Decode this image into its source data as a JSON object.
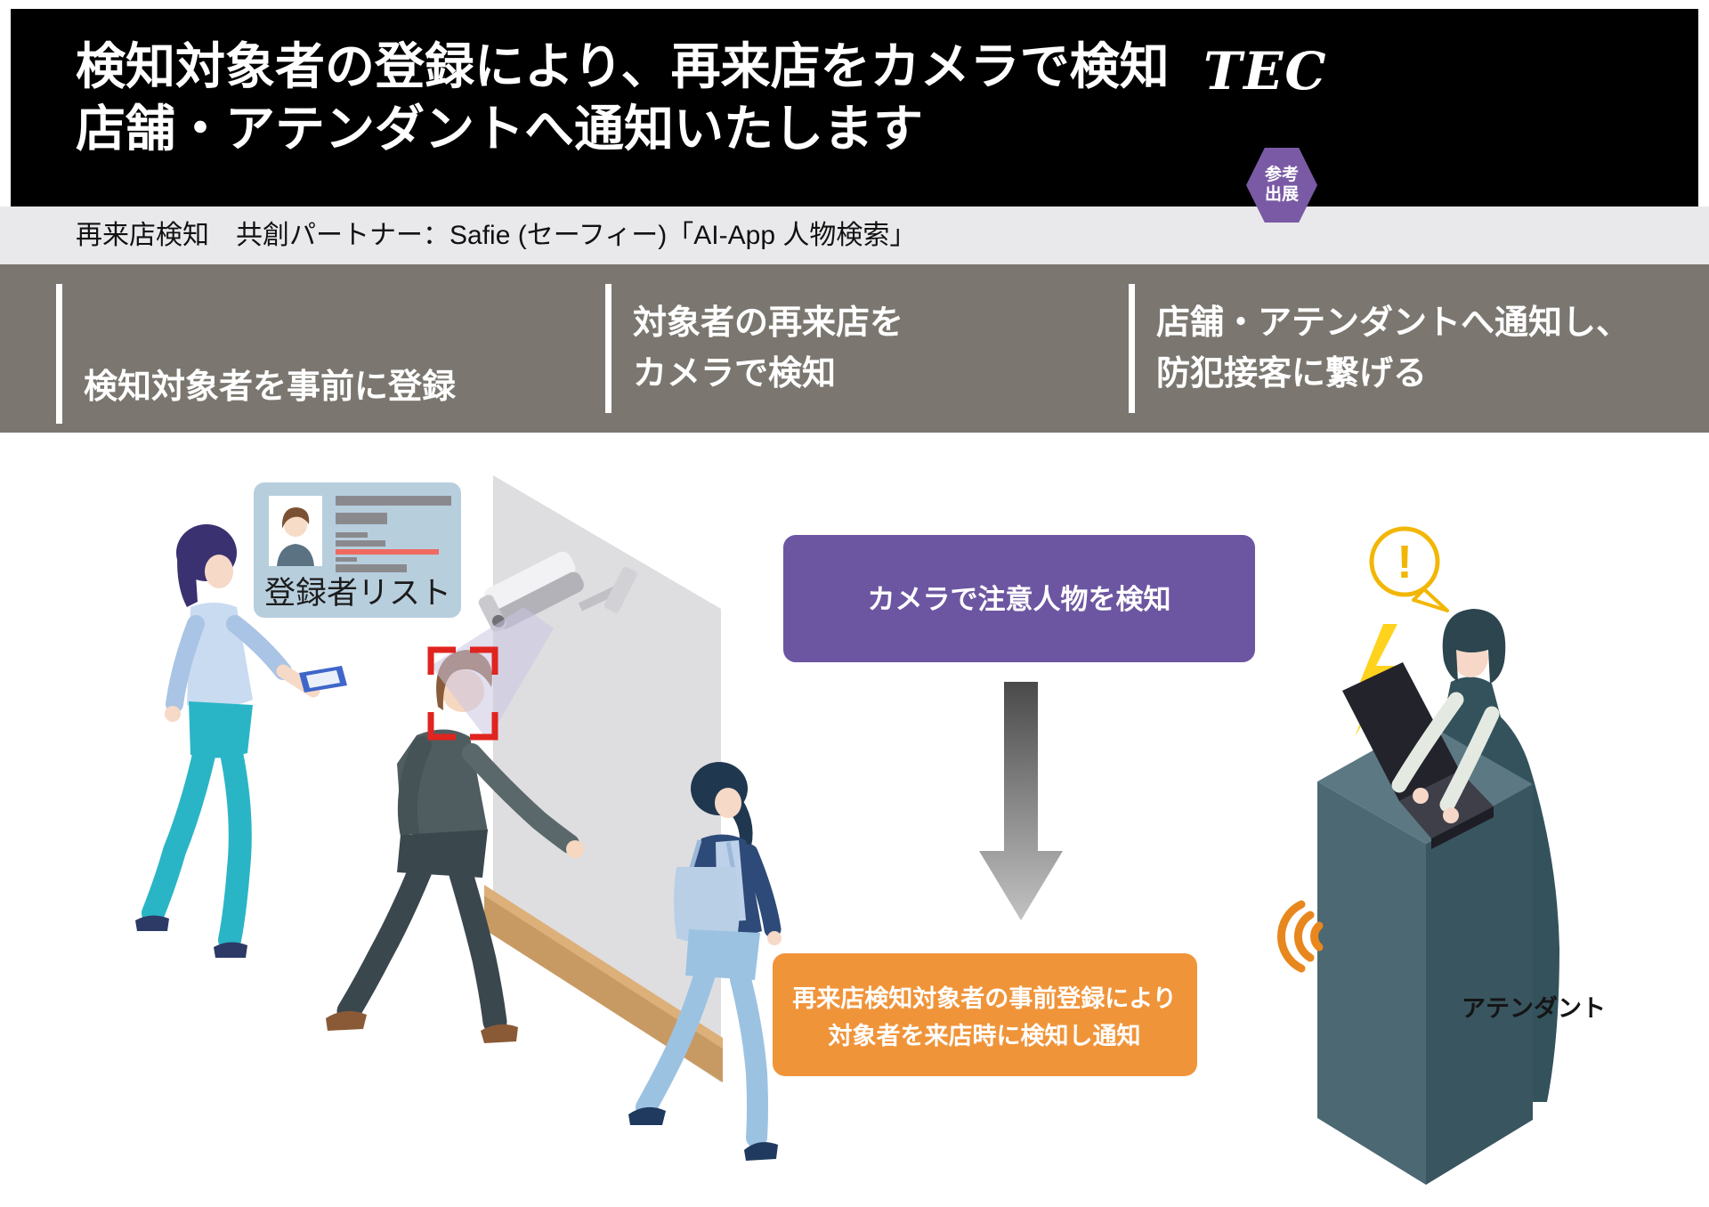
{
  "header": {
    "title_line1": "検知対象者の登録により、再来店をカメラで検知",
    "title_line2": "店舗・アテンダントへ通知いたします",
    "logo": "TEC",
    "badge": {
      "line1": "参考",
      "line2": "出展"
    }
  },
  "subtitle_bar": {
    "text": "再来店検知　共創パートナー：Safie (セーフィー)「AI-App 人物検索」"
  },
  "steps": [
    {
      "lines": [
        "検知対象者を事前に登録",
        ""
      ]
    },
    {
      "lines": [
        "対象者の再来店を",
        "カメラで検知"
      ]
    },
    {
      "lines": [
        "店舗・アテンダントへ通知し、",
        "防犯接客に繋げる"
      ]
    }
  ],
  "diagram": {
    "registry_card_label": "登録者リスト",
    "detect_box_text": "カメラで注意人物を検知",
    "notify_box_line1": "再来店検知対象者の事前登録により",
    "notify_box_line2": "対象者を来店時に検知し通知",
    "attendant_label": "アテンダント",
    "alert_exclamation": "!"
  },
  "colors": {
    "header_black": "#000000",
    "subtitle_gray": "#e9e9ec",
    "band_gray": "#7b7770",
    "badge_purple": "#7a5aa5",
    "detect_box_purple": "#6d56a1",
    "notify_box_orange": "#f0943a",
    "detect_frame_red": "#e0241f",
    "alert_yellow": "#f2b705",
    "lightning_yellow": "#ffd21e",
    "wifi_orange": "#e8871e",
    "card_blue": "#b7cedd",
    "wall_gray": "#dedee1",
    "baseboard_tan": "#c89a63"
  }
}
